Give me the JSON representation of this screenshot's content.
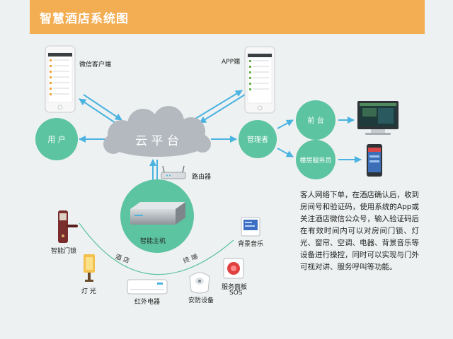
{
  "header": {
    "title": "智慧酒店系统图"
  },
  "nodes": {
    "cloud": "云 平 台",
    "user": "用 户",
    "manager": "管理者",
    "front_desk": "前 台",
    "floor_staff": "楼层服务员"
  },
  "labels": {
    "wechat_client": "微信客户端",
    "app_client": "APP端",
    "router": "路由器",
    "host": "智能主机",
    "door_lock": "智能门锁",
    "light": "灯 光",
    "ir_appliance": "红外电器",
    "security": "安防设备",
    "service_panel": "服务面板",
    "sos": "SOS",
    "bg_music": "背景音乐",
    "arc_left": "酒 店",
    "arc_right": "终 端"
  },
  "description": "客人网络下单，在酒店确认后，收到房间号和验证码，使用系统的App或关注酒店微信公众号，输入验证码后在有效时间内可以对房间门锁、灯光、窗帘、空调、电器、背景音乐等设备进行操控，同时可以实现与门外可视对讲、服务呼叫等功能。",
  "colors": {
    "header": "#f3ad52",
    "node_green": "#5cc4a0",
    "arrow_blue": "#4ab3e0",
    "cloud_gray": "#b3b9bf"
  }
}
